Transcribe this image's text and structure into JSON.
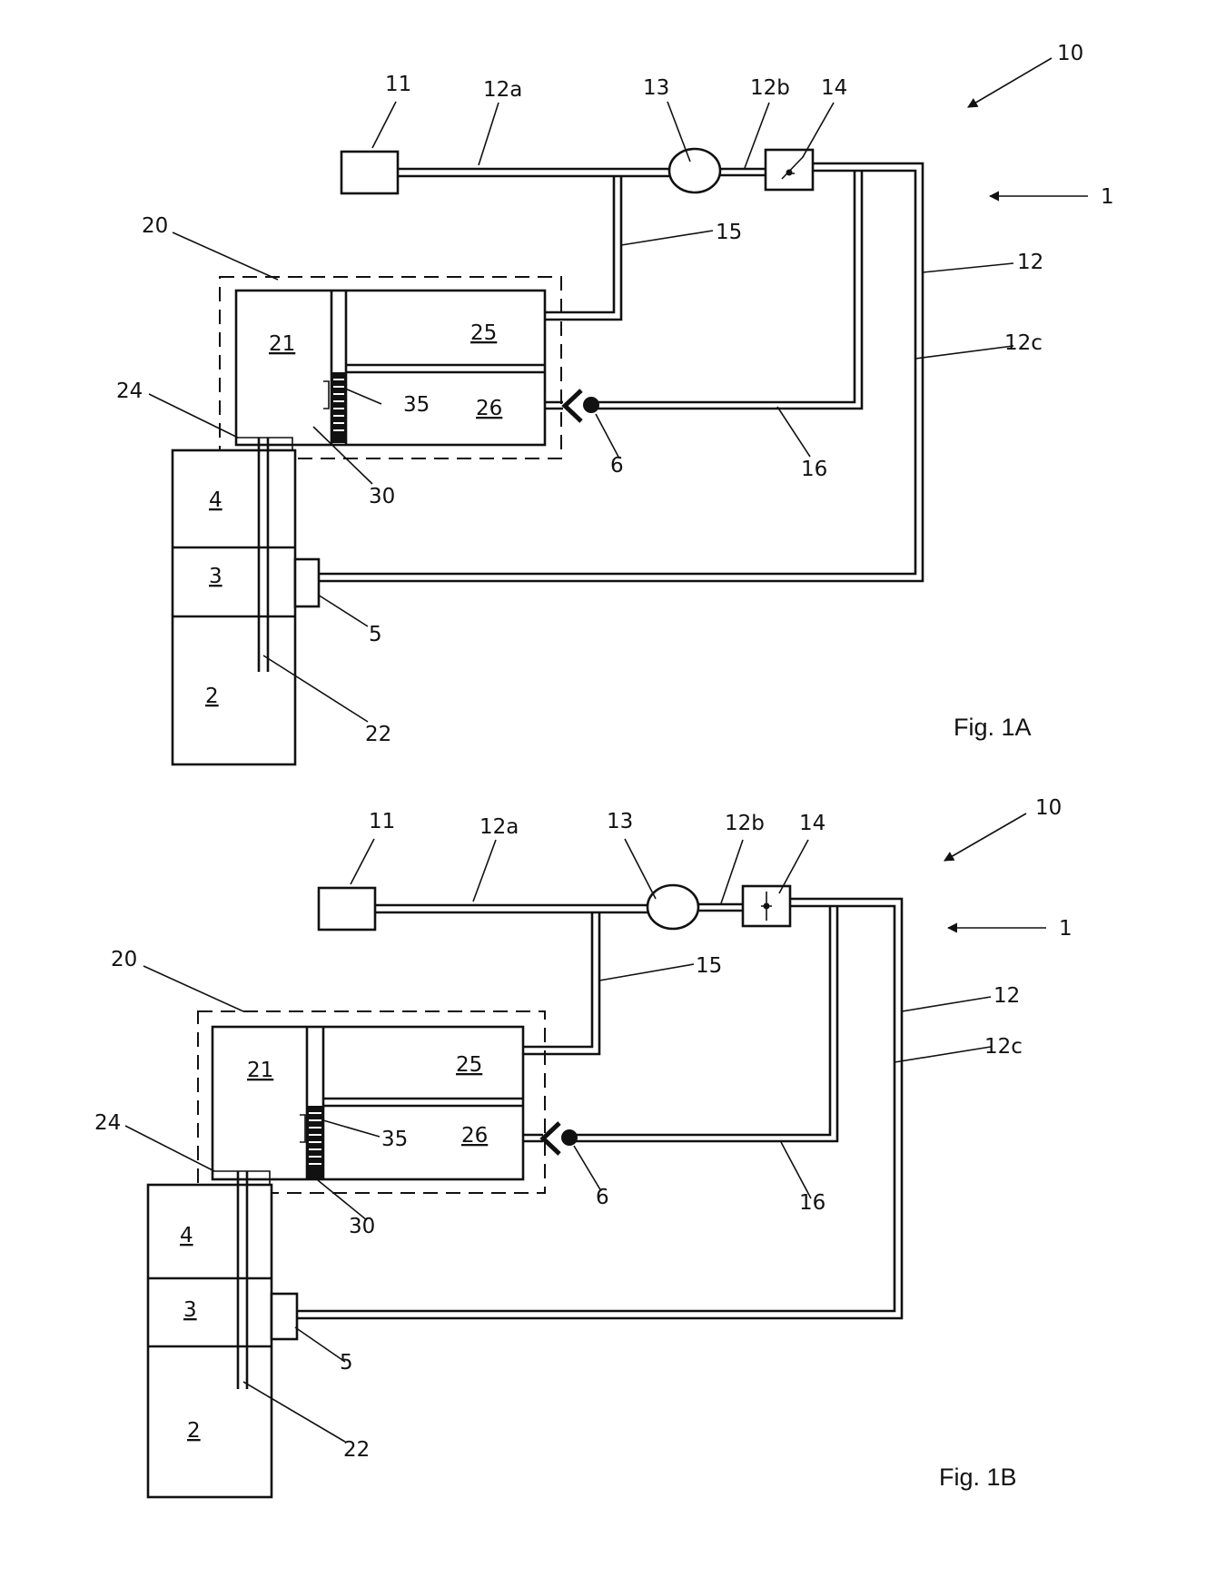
{
  "fig_a": {
    "caption": "Fig. 1A",
    "labels": {
      "l10": "10",
      "l11": "11",
      "l12a": "12a",
      "l13": "13",
      "l12b": "12b",
      "l14": "14",
      "l1": "1",
      "l20": "20",
      "l15": "15",
      "l12": "12",
      "l12c": "12c",
      "l21": "21",
      "l25": "25",
      "l26": "26",
      "l35": "35",
      "l24": "24",
      "l6": "6",
      "l16": "16",
      "l30": "30",
      "l4": "4",
      "l3": "3",
      "l5": "5",
      "l2": "2",
      "l22": "22"
    }
  },
  "fig_b": {
    "caption": "Fig. 1B",
    "labels": {
      "l10": "10",
      "l11": "11",
      "l12a": "12a",
      "l13": "13",
      "l12b": "12b",
      "l14": "14",
      "l1": "1",
      "l20": "20",
      "l15": "15",
      "l12": "12",
      "l12c": "12c",
      "l21": "21",
      "l25": "25",
      "l26": "26",
      "l35": "35",
      "l24": "24",
      "l6": "6",
      "l16": "16",
      "l30": "30",
      "l4": "4",
      "l3": "3",
      "l5": "5",
      "l2": "2",
      "l22": "22"
    }
  }
}
